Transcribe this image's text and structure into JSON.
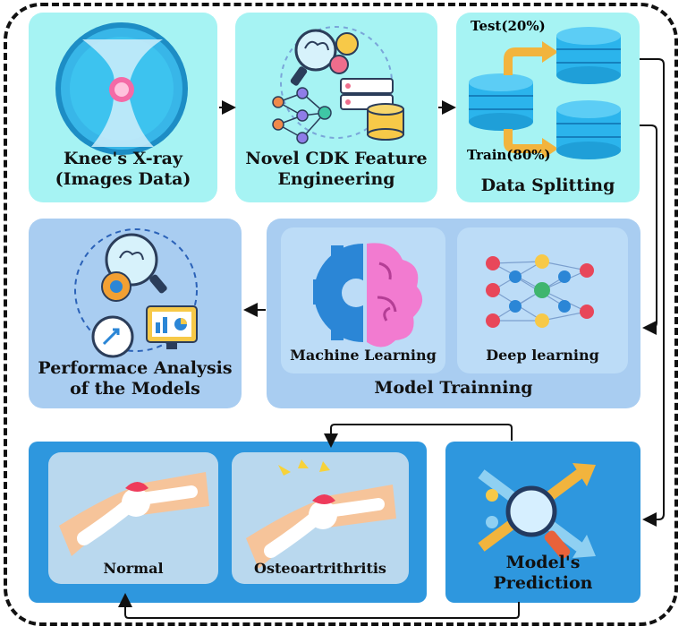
{
  "steps": {
    "xray": {
      "title_line1": "Knee's X-ray",
      "title_line2": "(Images Data)"
    },
    "feature": {
      "title_line1": "Novel CDK Feature",
      "title_line2": "Engineering"
    },
    "splitting": {
      "title": "Data Splitting",
      "test_label": "Test(20%)",
      "train_label": "Train(80%)"
    },
    "performance": {
      "title_line1": "Performace Analysis",
      "title_line2": "of the Models"
    },
    "training": {
      "title": "Model Trainning",
      "ml_label": "Machine Learning",
      "dl_label": "Deep learning"
    },
    "prediction": {
      "title_line1": "Model's",
      "title_line2": "Prediction"
    },
    "outcomes": {
      "normal_label": "Normal",
      "oa_label": "Osteoartrithritis"
    }
  },
  "icons": [
    "knee-xray-icon",
    "brain-gear-icon",
    "neural-network-icon",
    "server-icon",
    "database-icon",
    "ml-gear-brain-icon",
    "dl-network-icon",
    "analytics-icon",
    "prediction-arrows-icon",
    "knee-joint-icon"
  ],
  "colors": {
    "top_panel": "#a6f3f3",
    "mid_panel": "#a9cdf1",
    "inner_card": "#bcdcf7",
    "bottom_panel": "#2e97de",
    "arrow": "#111111",
    "cylinder": "#2bb4ec",
    "split_arrow": "#f2b43d"
  }
}
